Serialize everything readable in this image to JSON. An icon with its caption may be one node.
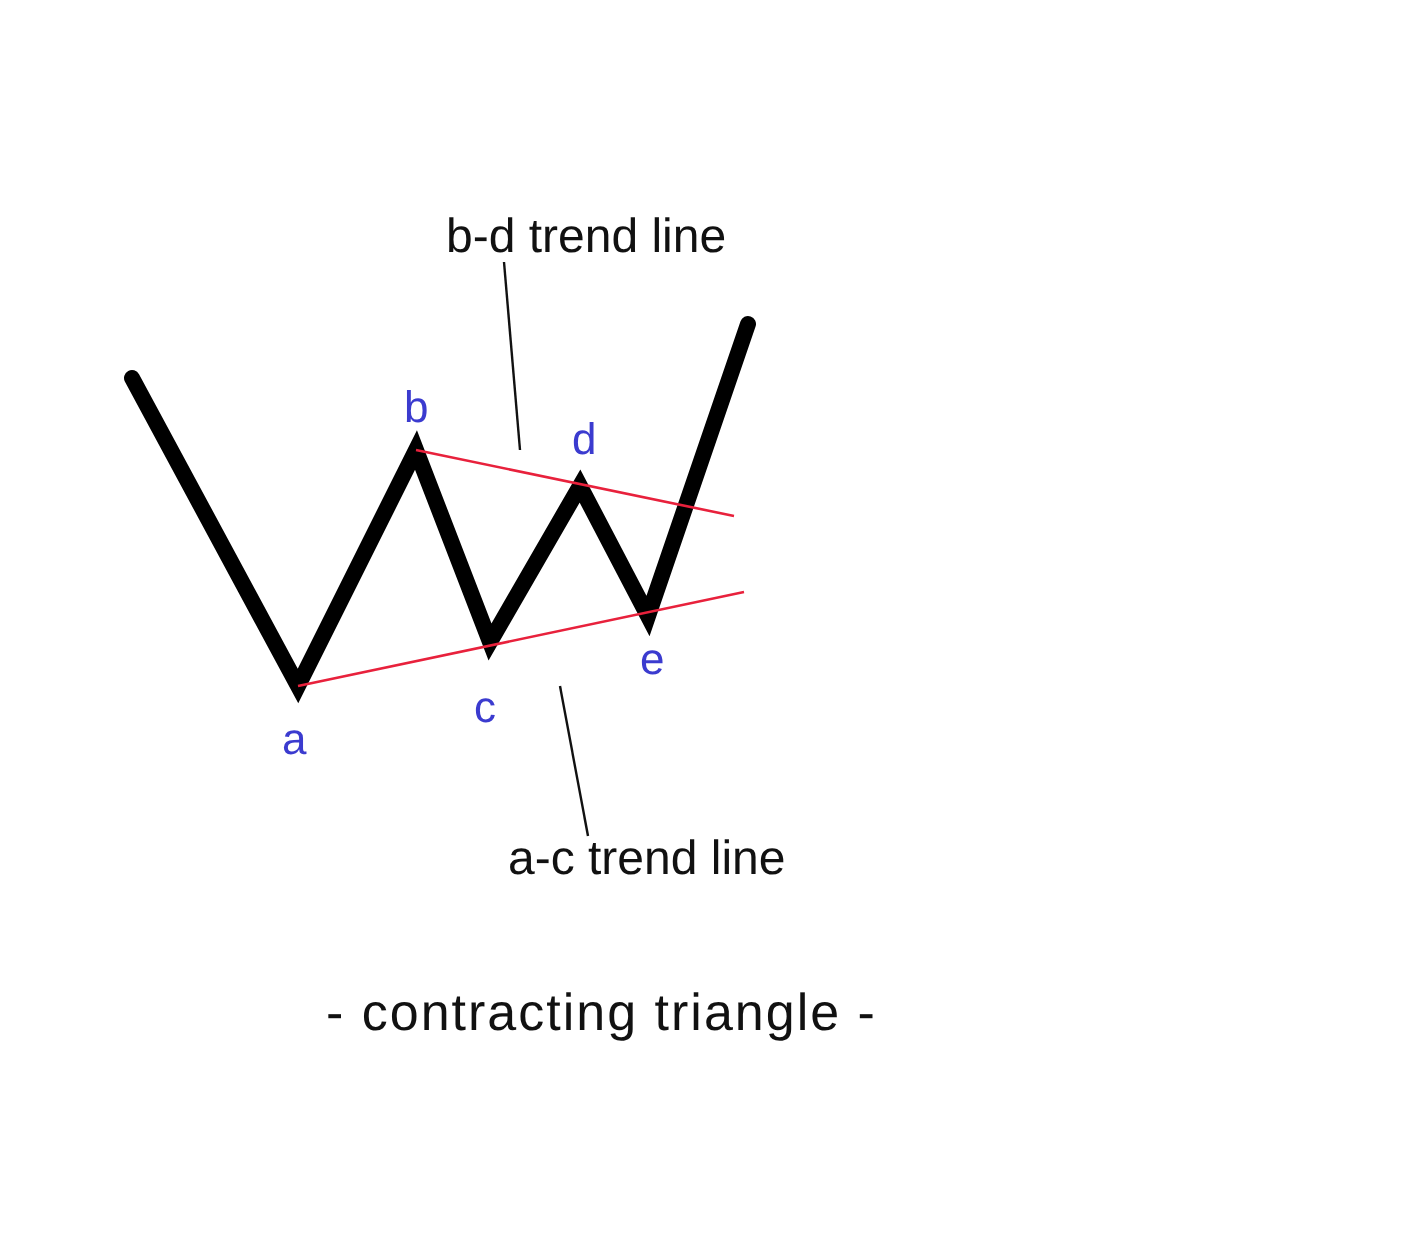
{
  "diagram": {
    "caption": "- contracting triangle -",
    "nodes": [
      {
        "text": [
          "b-d trend line"
        ]
      },
      {
        "text": [],
        "shape": "line"
      },
      {
        "text": [],
        "shape": "line"
      },
      {
        "text": [
          "a-c trend line"
        ]
      }
    ],
    "edges": [
      {
        "from": 0,
        "to": 1,
        "arrow": "none"
      },
      {
        "from": 3,
        "to": 2,
        "arrow": "none"
      }
    ],
    "labels": [
      "b",
      "d",
      "e",
      "c",
      "a"
    ]
  }
}
